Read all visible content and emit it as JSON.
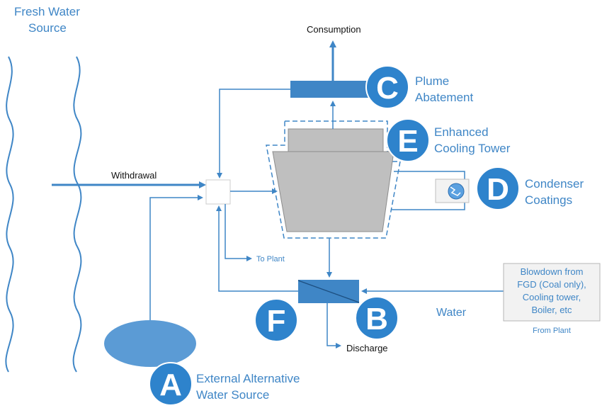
{
  "source": {
    "title_line1": "Fresh Water",
    "title_line2": "Source"
  },
  "flows": {
    "withdrawal": "Withdrawal",
    "consumption": "Consumption",
    "to_plant": "To Plant",
    "discharge": "Discharge",
    "water": "Water",
    "from_plant": "From Plant"
  },
  "blowdown_box": {
    "line1": "Blowdown from",
    "line2": "FGD (Coal only),",
    "line3": "Cooling tower,",
    "line4": "Boiler, etc"
  },
  "badges": {
    "A": {
      "letter": "A",
      "label_line1": "External Alternative",
      "label_line2": "Water Source"
    },
    "B": {
      "letter": "B"
    },
    "C": {
      "letter": "C",
      "label_line1": "Plume",
      "label_line2": "Abatement"
    },
    "D": {
      "letter": "D",
      "label_line1": "Condenser",
      "label_line2": "Coatings"
    },
    "E": {
      "letter": "E",
      "label_line1": "Enhanced",
      "label_line2": "Cooling Tower"
    },
    "F": {
      "letter": "F"
    }
  },
  "colors": {
    "accent_blue": "#3f86c6",
    "badge_blue": "#2e83cc",
    "tower_gray": "#bfbfbf",
    "box_gray": "#f2f2f2"
  }
}
